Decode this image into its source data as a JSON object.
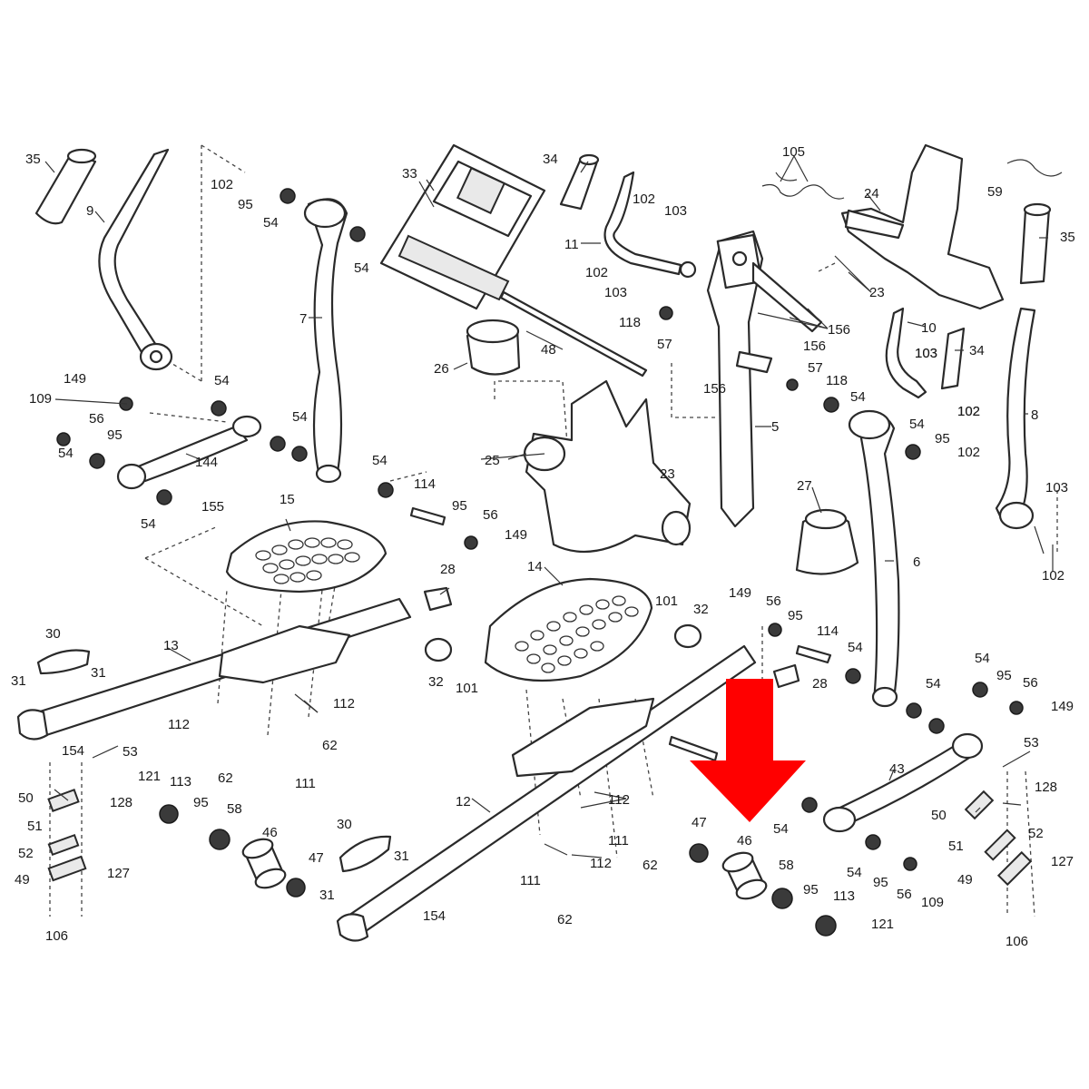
{
  "highlight": {
    "color": "#ff0000",
    "target_part": "46"
  },
  "callouts": [
    {
      "id": "c35a",
      "text": "35"
    },
    {
      "id": "c9",
      "text": "9"
    },
    {
      "id": "c102a",
      "text": "102"
    },
    {
      "id": "c95a",
      "text": "95"
    },
    {
      "id": "c54a",
      "text": "54"
    },
    {
      "id": "c54b",
      "text": "54"
    },
    {
      "id": "c7",
      "text": "7"
    },
    {
      "id": "c33",
      "text": "33"
    },
    {
      "id": "c34a",
      "text": "34"
    },
    {
      "id": "c102b",
      "text": "102"
    },
    {
      "id": "c103a",
      "text": "103"
    },
    {
      "id": "c11",
      "text": "11"
    },
    {
      "id": "c102c",
      "text": "102"
    },
    {
      "id": "c103b",
      "text": "103"
    },
    {
      "id": "c118a",
      "text": "118"
    },
    {
      "id": "c57a",
      "text": "57"
    },
    {
      "id": "c105",
      "text": "105"
    },
    {
      "id": "c24",
      "text": "24"
    },
    {
      "id": "c59",
      "text": "59"
    },
    {
      "id": "c35b",
      "text": "35"
    },
    {
      "id": "c23a",
      "text": "23"
    },
    {
      "id": "c156a",
      "text": "156"
    },
    {
      "id": "c156b",
      "text": "156"
    },
    {
      "id": "c102d",
      "text": "102"
    },
    {
      "id": "c103c",
      "text": "103"
    },
    {
      "id": "c48",
      "text": "48"
    },
    {
      "id": "c26",
      "text": "26"
    },
    {
      "id": "c10",
      "text": "10"
    },
    {
      "id": "c103d",
      "text": "103"
    },
    {
      "id": "c34b",
      "text": "34"
    },
    {
      "id": "c156c",
      "text": "156"
    },
    {
      "id": "c57b",
      "text": "57"
    },
    {
      "id": "c118b",
      "text": "118"
    },
    {
      "id": "c54c",
      "text": "54"
    },
    {
      "id": "c102e",
      "text": "102"
    },
    {
      "id": "c8",
      "text": "8"
    },
    {
      "id": "c149a",
      "text": "149"
    },
    {
      "id": "c109a",
      "text": "109"
    },
    {
      "id": "c56a",
      "text": "56"
    },
    {
      "id": "c95b",
      "text": "95"
    },
    {
      "id": "c54d",
      "text": "54"
    },
    {
      "id": "c54e",
      "text": "54"
    },
    {
      "id": "c144",
      "text": "144"
    },
    {
      "id": "c54f",
      "text": "54"
    },
    {
      "id": "c54g",
      "text": "54"
    },
    {
      "id": "c155",
      "text": "155"
    },
    {
      "id": "c5",
      "text": "5"
    },
    {
      "id": "c25",
      "text": "25"
    },
    {
      "id": "c54h",
      "text": "54"
    },
    {
      "id": "c95c",
      "text": "95"
    },
    {
      "id": "c102f",
      "text": "102"
    },
    {
      "id": "c103e",
      "text": "103"
    },
    {
      "id": "c54i",
      "text": "54"
    },
    {
      "id": "c114a",
      "text": "114"
    },
    {
      "id": "c95d",
      "text": "95"
    },
    {
      "id": "c56b",
      "text": "56"
    },
    {
      "id": "c149b",
      "text": "149"
    },
    {
      "id": "c23b",
      "text": "23"
    },
    {
      "id": "c27",
      "text": "27"
    },
    {
      "id": "c15",
      "text": "15"
    },
    {
      "id": "c6",
      "text": "6"
    },
    {
      "id": "c102g",
      "text": "102"
    },
    {
      "id": "c28a",
      "text": "28"
    },
    {
      "id": "c14",
      "text": "14"
    },
    {
      "id": "c30a",
      "text": "30"
    },
    {
      "id": "c13",
      "text": "13"
    },
    {
      "id": "c31a",
      "text": "31"
    },
    {
      "id": "c31b",
      "text": "31"
    },
    {
      "id": "c32a",
      "text": "32"
    },
    {
      "id": "c101a",
      "text": "101"
    },
    {
      "id": "c101b",
      "text": "101"
    },
    {
      "id": "c32b",
      "text": "32"
    },
    {
      "id": "c149c",
      "text": "149"
    },
    {
      "id": "c56c",
      "text": "56"
    },
    {
      "id": "c95e",
      "text": "95"
    },
    {
      "id": "c114b",
      "text": "114"
    },
    {
      "id": "c54j",
      "text": "54"
    },
    {
      "id": "c28b",
      "text": "28"
    },
    {
      "id": "c54k",
      "text": "54"
    },
    {
      "id": "c95f",
      "text": "95"
    },
    {
      "id": "c56d",
      "text": "56"
    },
    {
      "id": "c149d",
      "text": "149"
    },
    {
      "id": "c112a",
      "text": "112"
    },
    {
      "id": "c112b",
      "text": "112"
    },
    {
      "id": "c62a",
      "text": "62"
    },
    {
      "id": "c62b",
      "text": "62"
    },
    {
      "id": "c111a",
      "text": "111"
    },
    {
      "id": "c54l",
      "text": "54"
    },
    {
      "id": "c53a",
      "text": "53"
    },
    {
      "id": "c154a",
      "text": "154"
    },
    {
      "id": "c53b",
      "text": "53"
    },
    {
      "id": "c50a",
      "text": "50"
    },
    {
      "id": "c121a",
      "text": "121"
    },
    {
      "id": "c113a",
      "text": "113"
    },
    {
      "id": "c128a",
      "text": "128"
    },
    {
      "id": "c51a",
      "text": "51"
    },
    {
      "id": "c95g",
      "text": "95"
    },
    {
      "id": "c58a",
      "text": "58"
    },
    {
      "id": "c52a",
      "text": "52"
    },
    {
      "id": "c46a",
      "text": "46"
    },
    {
      "id": "c47a",
      "text": "47"
    },
    {
      "id": "c49a",
      "text": "49"
    },
    {
      "id": "c127a",
      "text": "127"
    },
    {
      "id": "c106a",
      "text": "106"
    },
    {
      "id": "c12",
      "text": "12"
    },
    {
      "id": "c112c",
      "text": "112"
    },
    {
      "id": "c30b",
      "text": "30"
    },
    {
      "id": "c31c",
      "text": "31"
    },
    {
      "id": "c31d",
      "text": "31"
    },
    {
      "id": "c111b",
      "text": "111"
    },
    {
      "id": "c111c",
      "text": "111"
    },
    {
      "id": "c112d",
      "text": "112"
    },
    {
      "id": "c62c",
      "text": "62"
    },
    {
      "id": "c62d",
      "text": "62"
    },
    {
      "id": "c154b",
      "text": "154"
    },
    {
      "id": "c43",
      "text": "43"
    },
    {
      "id": "c47b",
      "text": "47"
    },
    {
      "id": "c46b",
      "text": "46"
    },
    {
      "id": "c54m",
      "text": "54"
    },
    {
      "id": "c58b",
      "text": "58"
    },
    {
      "id": "c95h",
      "text": "95"
    },
    {
      "id": "c113b",
      "text": "113"
    },
    {
      "id": "c121b",
      "text": "121"
    },
    {
      "id": "c54n",
      "text": "54"
    },
    {
      "id": "c95i",
      "text": "95"
    },
    {
      "id": "c56e",
      "text": "56"
    },
    {
      "id": "c109b",
      "text": "109"
    },
    {
      "id": "c128b",
      "text": "128"
    },
    {
      "id": "c50b",
      "text": "50"
    },
    {
      "id": "c51b",
      "text": "51"
    },
    {
      "id": "c52b",
      "text": "52"
    },
    {
      "id": "c49b",
      "text": "49"
    },
    {
      "id": "c127b",
      "text": "127"
    },
    {
      "id": "c106b",
      "text": "106"
    }
  ]
}
